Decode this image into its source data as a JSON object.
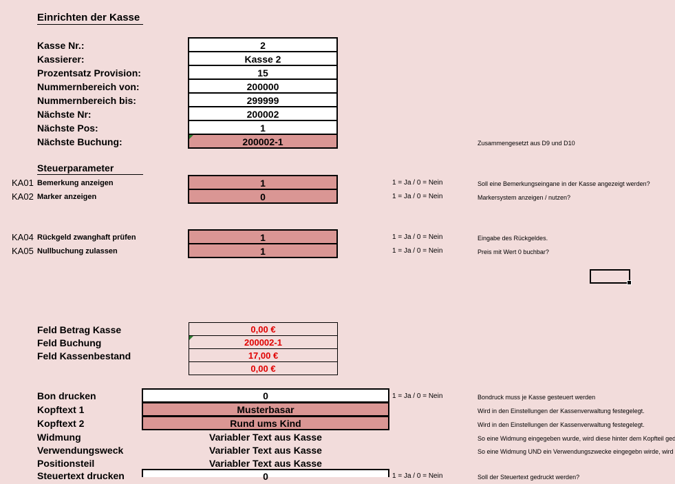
{
  "header": {
    "title": "Einrichten der Kasse"
  },
  "kasse": {
    "rows": [
      {
        "label": "Kasse Nr.:",
        "value": "2"
      },
      {
        "label": "Kassierer:",
        "value": "Kasse  2"
      },
      {
        "label": "Prozentsatz Provision:",
        "value": "15"
      },
      {
        "label": "Nummernbereich von:",
        "value": "200000"
      },
      {
        "label": "Nummernbereich bis:",
        "value": "299999"
      },
      {
        "label": "Nächste Nr:",
        "value": "200002"
      },
      {
        "label": "Nächste Pos:",
        "value": "1"
      },
      {
        "label": "Nächste Buchung:",
        "value": "200002-1"
      }
    ],
    "buchung_note": "Zusammengesetzt aus D9 und D10"
  },
  "steuer": {
    "title": "Steuerparameter",
    "rows": [
      {
        "code": "KA01",
        "label": "Bemerkung anzeigen",
        "value": "1",
        "hint": "1 = Ja / 0 = Nein",
        "note": "Soll eine Bemerkungseingane in der Kasse angezeigt werden?"
      },
      {
        "code": "KA02",
        "label": "Marker anzeigen",
        "value": "0",
        "hint": "1 = Ja / 0 = Nein",
        "note": "Markersystem anzeigen / nutzen?"
      },
      {
        "code": "KA04",
        "label": "Rückgeld zwanghaft prüfen",
        "value": "1",
        "hint": "1 = Ja / 0 = Nein",
        "note": "Eingabe des Rückgeldes."
      },
      {
        "code": "KA05",
        "label": "Nullbuchung zulassen",
        "value": "1",
        "hint": "1 = Ja / 0 = Nein",
        "note": "Preis mit Wert 0 buchbar?"
      }
    ]
  },
  "felder": {
    "rows": [
      {
        "label": "Feld Betrag Kasse",
        "value": "0,00 €"
      },
      {
        "label": "Feld Buchung",
        "value": "200002-1"
      },
      {
        "label": "Feld Kassenbestand",
        "value": "17,00 €"
      },
      {
        "label": "",
        "value": "0,00 €"
      }
    ]
  },
  "bon": {
    "rows": [
      {
        "label": "Bon drucken",
        "value": "0",
        "hint": "1 = Ja / 0 = Nein",
        "note": "Bondruck muss je Kasse gesteuert werden"
      },
      {
        "label": "Kopftext 1",
        "value": "Musterbasar",
        "hint": "",
        "note": "Wird in den Einstellungen der Kassenverwaltung festegelegt."
      },
      {
        "label": "Kopftext 2",
        "value": "Rund ums Kind",
        "hint": "",
        "note": "Wird in den Einstellungen der Kassenverwaltung festegelegt."
      },
      {
        "label": "Widmung",
        "value": "Variabler Text aus Kasse",
        "hint": "",
        "note": "So eine Widmung eingegeben wurde, wird diese hinter dem Kopfteil gedruckt."
      },
      {
        "label": "Verwendungsweck",
        "value": "Variabler Text aus Kasse",
        "hint": "",
        "note": "So eine Widmung UND ein Verwendungszwecke eingegebn wirde, wird diese gedruckt."
      },
      {
        "label": "Positionsteil",
        "value": "Variabler Text aus Kasse",
        "hint": "",
        "note": ""
      },
      {
        "label": "Steuertext drucken",
        "value": "0",
        "hint": "1 = Ja / 0 = Nein",
        "note": "Soll der Steuertext gedruckt werden?"
      }
    ]
  }
}
